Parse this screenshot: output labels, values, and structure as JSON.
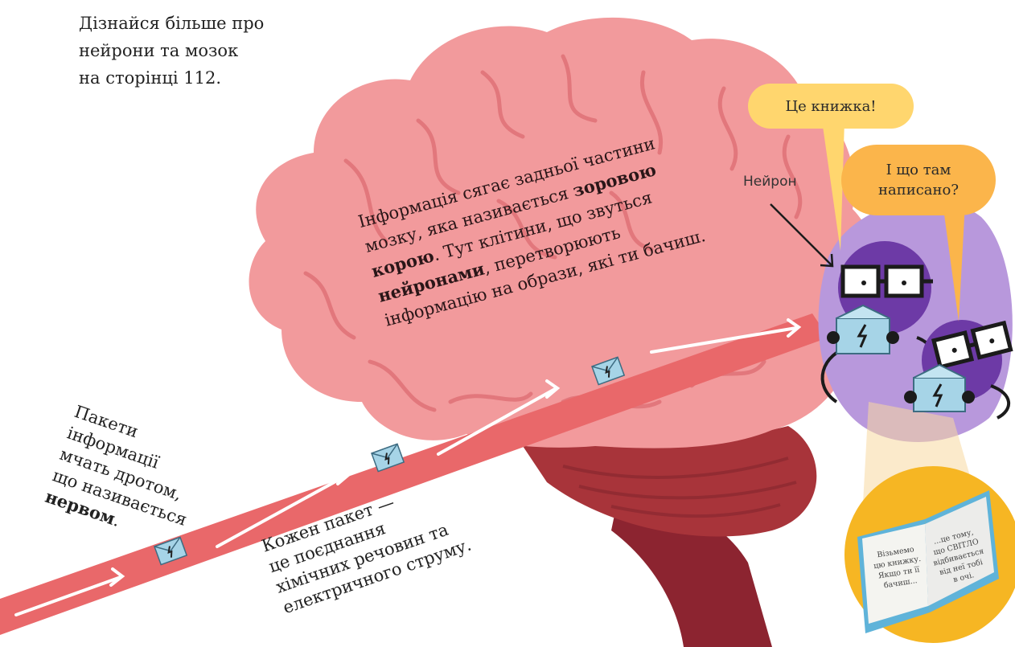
{
  "note": "Дізнайся більше про\nнейрони та мозок\nна сторінці 112.",
  "bubbles": {
    "first": "Це книжка!",
    "second": "І що там\nнаписано?"
  },
  "neuron_label": "Нейрон",
  "brain_text": {
    "p1": "Інформація сягає задньої частини\nмозку, яка називається ",
    "b1": "зоровою\nкорою",
    "p2": ". Тут клітини, що звуться\n",
    "b2": "нейронами",
    "p3": ", перетворюють\nінформацію на образи, які ти бачиш."
  },
  "nerve_text": {
    "p1": "Пакети\nінформації\nмчать дротом,\nщо називається\n",
    "b1": "нервом",
    "p2": "."
  },
  "packet_text": "Кожен пакет —\nце поєднання\nхімічних речовин та\nелектричного струму.",
  "book": {
    "left_page": "Візьмемо\nцю книжку.\nЯкщо ти її\nбачиш...",
    "right_page": "...це тому,\nщо СВІТЛО\nвідбивається\nвід неї тобі\nв очі."
  },
  "colors": {
    "brain": "#f29a9c",
    "brain_fold": "#e2777c",
    "nerve": "#e9686a",
    "cerebellum": "#a8343a",
    "stem": "#8c2430",
    "neuron_zone": "#b898dc",
    "neuron_body": "#6d3aa6",
    "book_circle": "#f6b623",
    "bubble_yellow": "#ffd66e",
    "bubble_orange": "#fbb54b",
    "envelope": "#a6d4e7"
  }
}
